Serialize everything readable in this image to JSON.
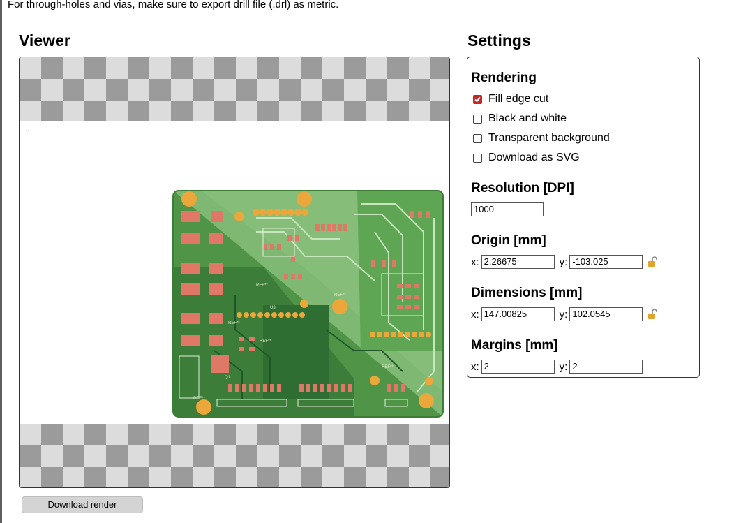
{
  "note": "For through-holes and vias, make sure to export drill file (.drl) as metric.",
  "viewer": {
    "title": "Viewer",
    "download_label": "Download render"
  },
  "settings": {
    "title": "Settings",
    "rendering": {
      "heading": "Rendering",
      "options": [
        {
          "label": "Fill edge cut",
          "checked": true
        },
        {
          "label": "Black and white",
          "checked": false
        },
        {
          "label": "Transparent background",
          "checked": false
        },
        {
          "label": "Download as SVG",
          "checked": false
        }
      ]
    },
    "resolution": {
      "heading": "Resolution [DPI]",
      "value": "1000"
    },
    "origin": {
      "heading": "Origin [mm]",
      "x_label": "x:",
      "y_label": "y:",
      "x": "2.26675",
      "y": "-103.025"
    },
    "dimensions": {
      "heading": "Dimensions [mm]",
      "x_label": "x:",
      "y_label": "y:",
      "x": "147.00825",
      "y": "102.0545"
    },
    "margins": {
      "heading": "Margins [mm]",
      "x_label": "x:",
      "y_label": "y:",
      "x": "2",
      "y": "2"
    }
  },
  "colors": {
    "pcb_green": "#5a9e50",
    "pcb_dark": "#2f6e33",
    "pad": "#e07868",
    "via": "#eba73a",
    "checkbox_accent": "#c62828"
  }
}
